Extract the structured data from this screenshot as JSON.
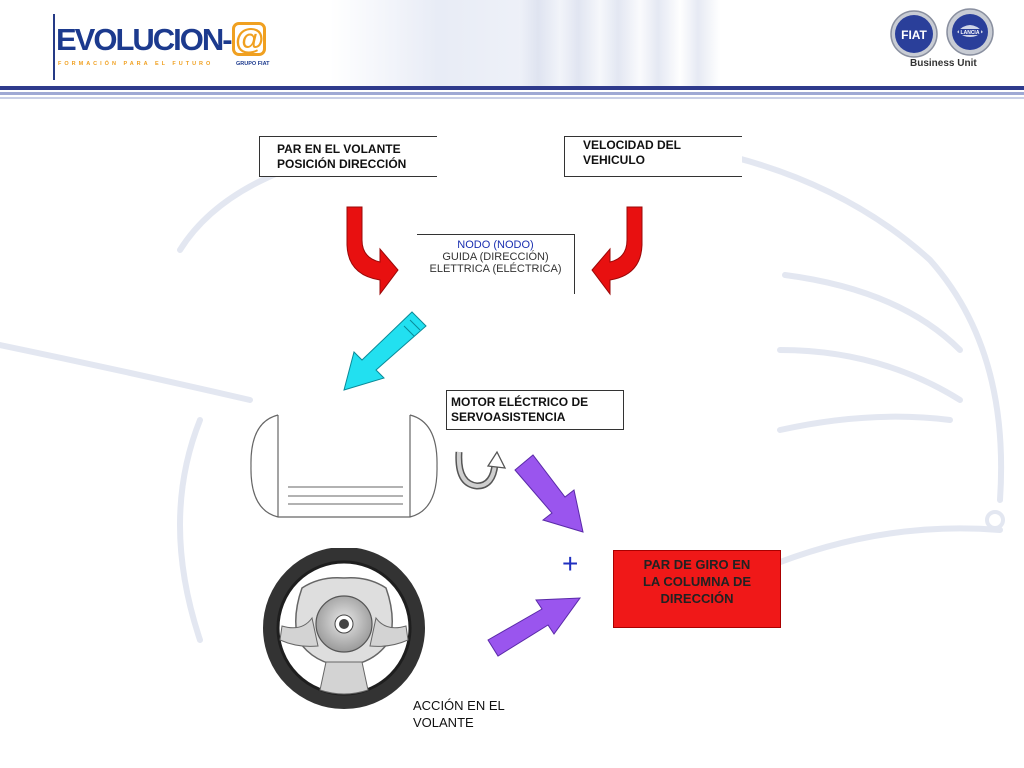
{
  "header": {
    "logo_main": "EVOLUCION-",
    "logo_at": "@",
    "logo_tagline": "FORMACIÓN PARA EL FUTURO",
    "logo_grupo": "GRUPO FIAT",
    "fiat_badge": "FIAT",
    "lancia_badge": "LANCIA",
    "business_unit": "Business Unit"
  },
  "diagram": {
    "input_torque": [
      "PAR EN EL VOLANTE",
      "POSICIÓN DIRECCIÓN"
    ],
    "input_speed": "VELOCIDAD DEL VEHICULO",
    "control_unit": [
      "NODO (NODO)",
      "GUIDA (DIRECCIÓN)",
      "ELETTRICA (ELÉCTRICA)"
    ],
    "motor_label": [
      "MOTOR ELÉCTRICO DE",
      "SERVOASISTENCIA"
    ],
    "plus_sign": "+",
    "result": [
      "PAR DE GIRO EN",
      "LA COLUMNA DE",
      "DIRECCIÓN"
    ],
    "steering_caption": [
      "ACCIÓN EN EL",
      "VOLANTE"
    ]
  },
  "colors": {
    "brand_blue": "#1c3a8e",
    "brand_orange": "#f0a020",
    "arrow_red": "#e81010",
    "arrow_cyan": "#22e0f0",
    "arrow_purple": "#9a55ee",
    "result_red": "#f01818"
  }
}
